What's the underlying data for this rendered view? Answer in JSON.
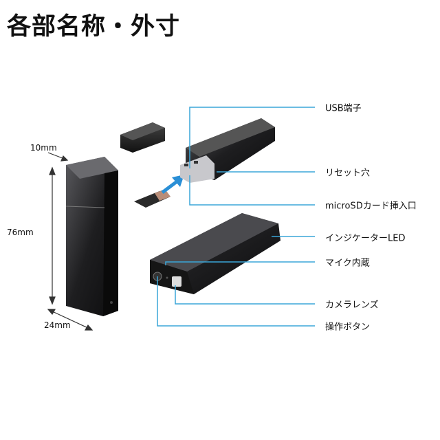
{
  "title": "各部名称・外寸",
  "dimensions": {
    "thickness": "10mm",
    "length": "76mm",
    "width": "24mm"
  },
  "parts": [
    "USB端子",
    "リセット穴",
    "microSDカード挿入口",
    "インジケーターLED",
    "マイク内蔵",
    "カメラレンズ",
    "操作ボタン"
  ],
  "colors": {
    "leader_line": "#3aa6d8",
    "device_body": "#1c1c1e",
    "arrow": "#2a8fd6"
  }
}
